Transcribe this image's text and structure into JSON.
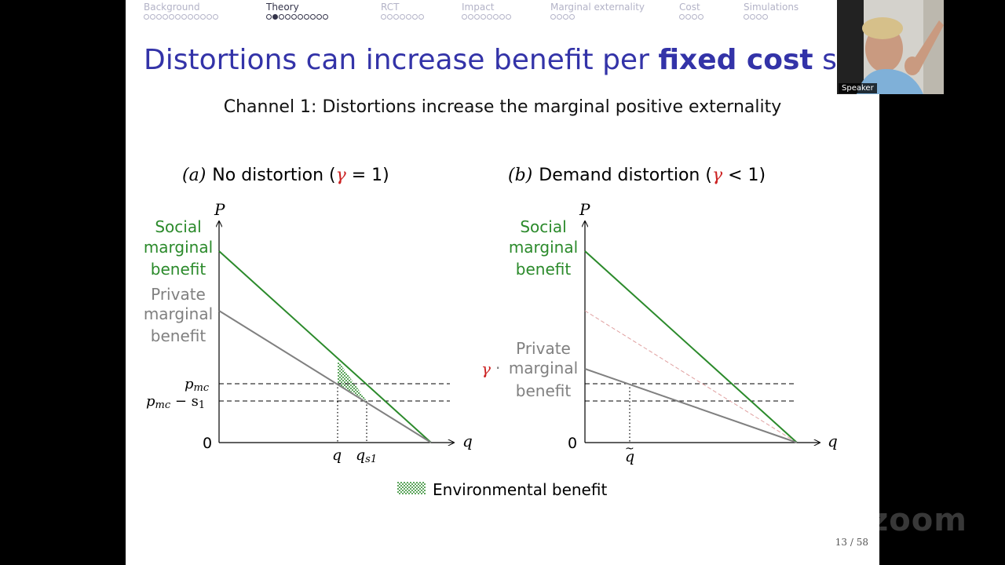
{
  "nav": {
    "sections": [
      {
        "label": "Background",
        "dots": 12,
        "active": false,
        "current": -1
      },
      {
        "label": "Theory",
        "dots": 10,
        "active": true,
        "current": 1
      },
      {
        "label": "RCT",
        "dots": 7,
        "active": false,
        "current": -1
      },
      {
        "label": "Impact",
        "dots": 8,
        "active": false,
        "current": -1
      },
      {
        "label": "Marginal externality",
        "dots": 4,
        "active": false,
        "current": -1
      },
      {
        "label": "Cost",
        "dots": 4,
        "active": false,
        "current": -1
      },
      {
        "label": "Simulations",
        "dots": 4,
        "active": false,
        "current": -1
      }
    ]
  },
  "slide": {
    "title_pre": "Distortions can increase benefit per ",
    "title_bold": "fixed cost",
    "title_post": " subsidy (s",
    "subtitle": "Channel 1: Distortions increase the marginal positive externality",
    "page_number": "13 / 58"
  },
  "panel_a": {
    "caption_label": "(a)",
    "caption_text": "No distortion (",
    "caption_gamma": "γ",
    "caption_tail": " = 1)",
    "axis_y": "P",
    "axis_x": "q",
    "origin": "0",
    "social_label": [
      "Social",
      "marginal",
      "benefit"
    ],
    "private_label": [
      "Private",
      "marginal",
      "benefit"
    ],
    "price_label": "p",
    "price_sub": "mc",
    "price_minus_label": "p",
    "price_minus_sub": "mc",
    "price_minus_tail": " − s",
    "price_minus_tail_sub": "1",
    "q_label": "q",
    "qs_label": "q",
    "qs_sub": "s1"
  },
  "panel_b": {
    "caption_label": "(b)",
    "caption_text": "Demand distortion (",
    "caption_gamma": "γ",
    "caption_tail": " < 1)",
    "axis_y": "P",
    "axis_x": "q",
    "origin": "0",
    "social_label": [
      "Social",
      "marginal",
      "benefit"
    ],
    "gamma_symbol": "γ",
    "gamma_dot": "·",
    "private_label": [
      "Private",
      "marginal",
      "benefit"
    ],
    "q_tilde_label": "q",
    "q_tilde_mark": "~"
  },
  "legend": {
    "label": "Environmental benefit"
  },
  "overlay": {
    "speaker_label": "Speaker",
    "watermark": "zoom"
  },
  "colors": {
    "title": "#3333a8",
    "social": "#2b8a2b",
    "private": "#808080",
    "gamma": "#cc2222",
    "nav_inactive": "#b3b3c7",
    "nav_active": "#34344a"
  }
}
